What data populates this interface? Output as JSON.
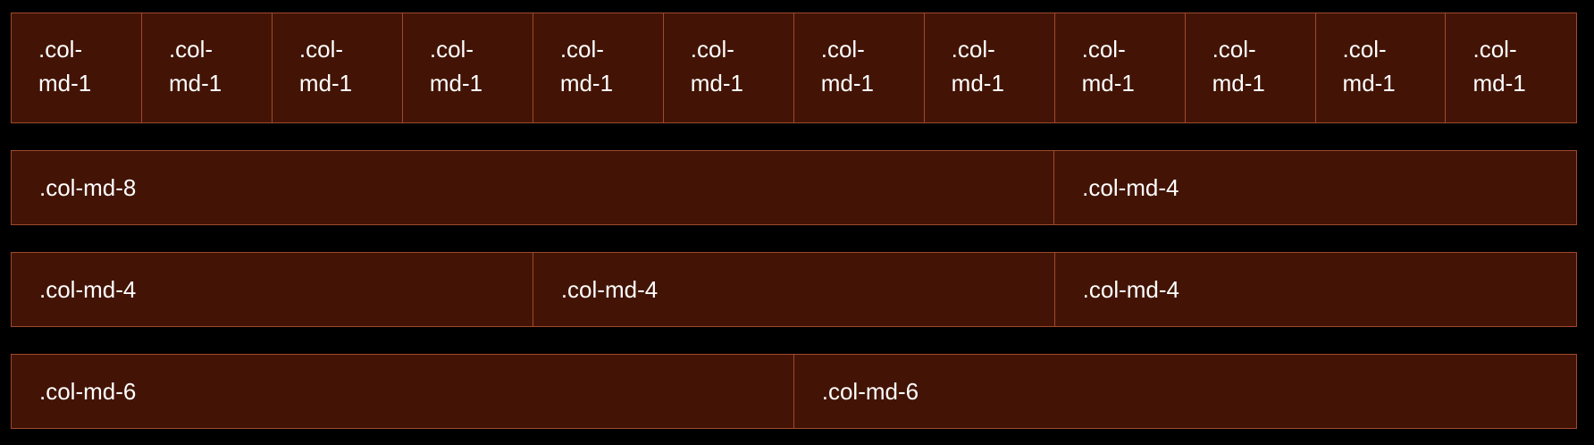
{
  "rows": [
    {
      "cols": [
        {
          "label": ".col-md-1"
        },
        {
          "label": ".col-md-1"
        },
        {
          "label": ".col-md-1"
        },
        {
          "label": ".col-md-1"
        },
        {
          "label": ".col-md-1"
        },
        {
          "label": ".col-md-1"
        },
        {
          "label": ".col-md-1"
        },
        {
          "label": ".col-md-1"
        },
        {
          "label": ".col-md-1"
        },
        {
          "label": ".col-md-1"
        },
        {
          "label": ".col-md-1"
        },
        {
          "label": ".col-md-1"
        }
      ]
    },
    {
      "cols": [
        {
          "label": ".col-md-8"
        },
        {
          "label": ".col-md-4"
        }
      ]
    },
    {
      "cols": [
        {
          "label": ".col-md-4"
        },
        {
          "label": ".col-md-4"
        },
        {
          "label": ".col-md-4"
        }
      ]
    },
    {
      "cols": [
        {
          "label": ".col-md-6"
        },
        {
          "label": ".col-md-6"
        }
      ]
    }
  ],
  "colors": {
    "background": "#000000",
    "column_fill": "#431405",
    "column_border": "#a0492c",
    "text": "#ffffff"
  }
}
